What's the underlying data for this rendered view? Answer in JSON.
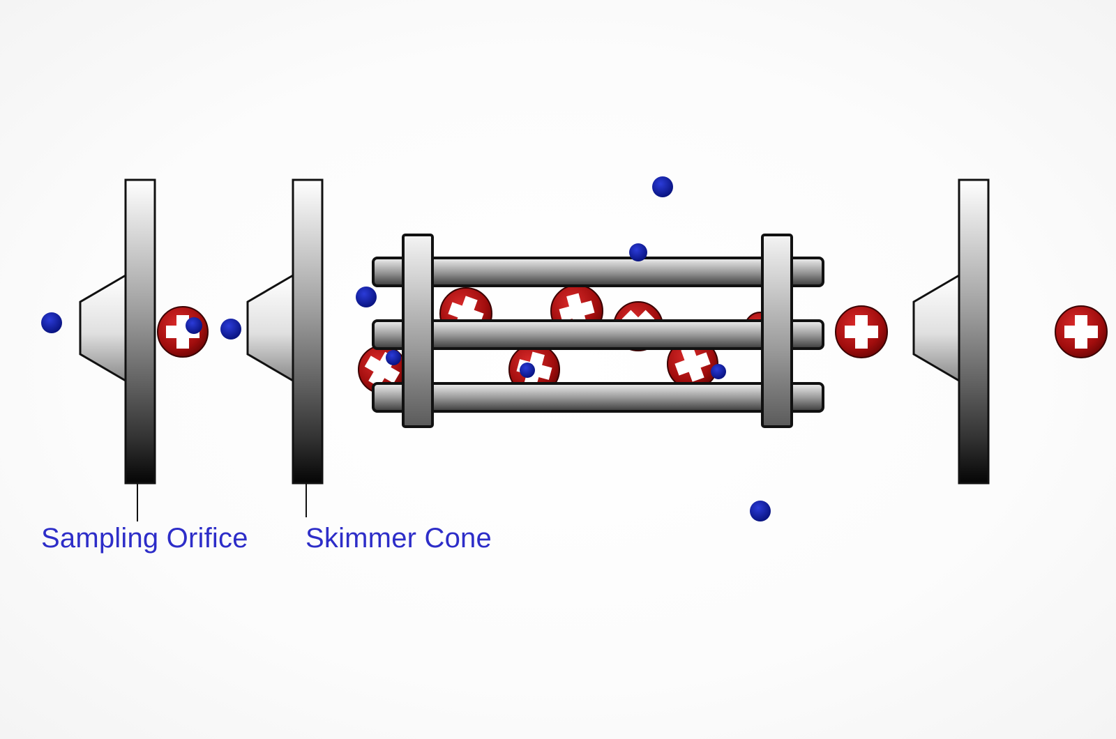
{
  "labels": {
    "sampling_orifice": "Sampling Orifice",
    "skimmer_cone": "Skimmer Cone"
  },
  "colors": {
    "background": "#fafafa",
    "label_text": "#2d2dc8",
    "ion_fill": "#b01010",
    "ion_symbol": "#ffffff",
    "neutral_particle": "#0a16a8",
    "metal_dark": "#111111",
    "metal_light": "#ffffff",
    "outline": "#111111"
  },
  "icons": {
    "cation": "plus-sign-circle",
    "neutral": "filled-dot"
  },
  "components": [
    "sampling-cone",
    "skimmer-cone",
    "ion-guide",
    "exit-cone"
  ]
}
